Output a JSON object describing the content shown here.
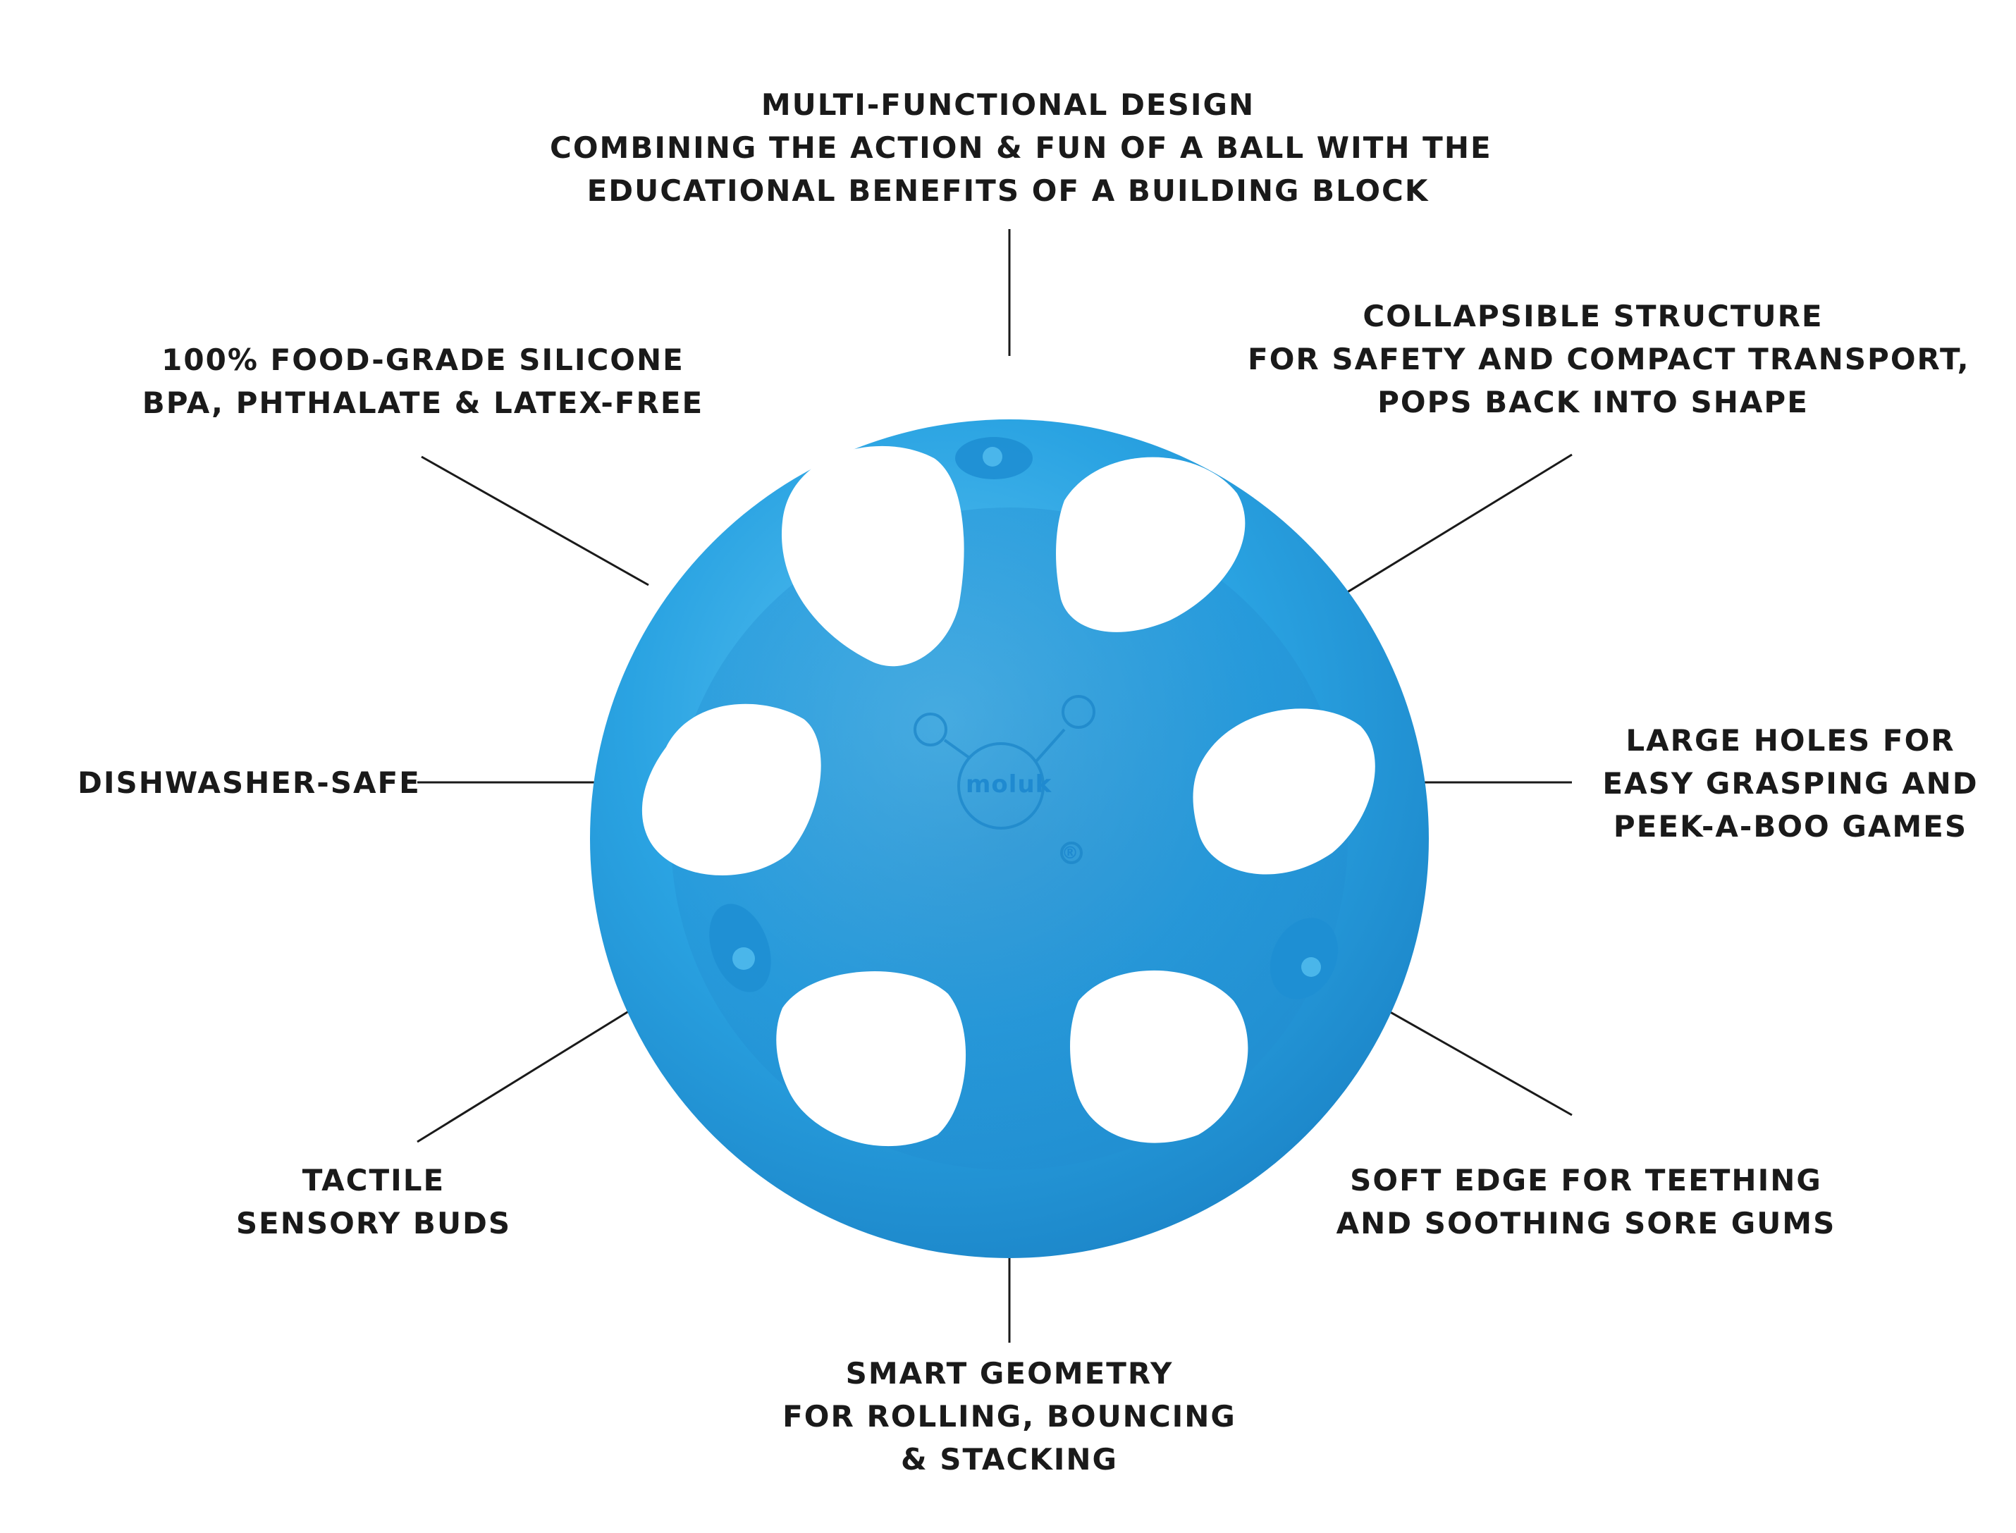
{
  "features": {
    "design": {
      "lines": [
        "MULTI-FUNCTIONAL DESIGN",
        "COMBINING THE ACTION & FUN OF A BALL WITH THE",
        "EDUCATIONAL BENEFITS OF A BUILDING BLOCK"
      ]
    },
    "silicone": {
      "lines": [
        "100% FOOD-GRADE SILICONE",
        "BPA, PHTHALATE & LATEX-FREE"
      ]
    },
    "collapsible": {
      "lines": [
        "COLLAPSIBLE STRUCTURE",
        "FOR SAFETY AND COMPACT TRANSPORT,",
        "POPS BACK INTO SHAPE"
      ]
    },
    "dishwasher": {
      "lines": [
        "DISHWASHER-SAFE"
      ]
    },
    "holes": {
      "lines": [
        "LARGE HOLES FOR",
        "EASY GRASPING AND",
        "PEEK-A-BOO GAMES"
      ]
    },
    "tactile": {
      "lines": [
        "TACTILE",
        "SENSORY BUDS"
      ]
    },
    "teething": {
      "lines": [
        "SOFT EDGE FOR TEETHING",
        "AND SOOTHING SORE GUMS"
      ]
    },
    "geometry": {
      "lines": [
        "SMART GEOMETRY",
        "FOR ROLLING, BOUNCING",
        "& STACKING"
      ]
    }
  },
  "product": {
    "logo_text": "moluk",
    "registered_mark": "®",
    "color": "#2aa3e2",
    "color_dark": "#1677bd",
    "color_light": "#55bff0"
  },
  "leader_color": "#1a1a1a"
}
